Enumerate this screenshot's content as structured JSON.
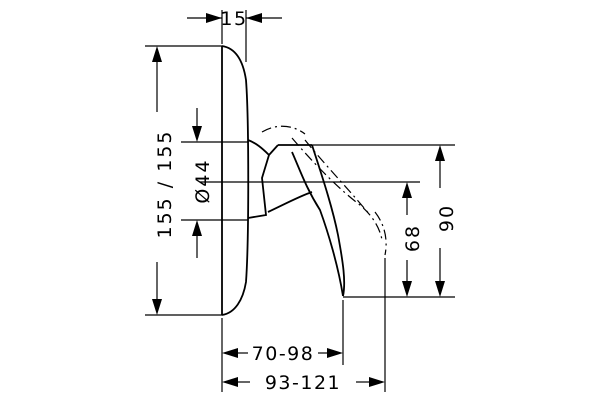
{
  "drawing": {
    "type": "technical-dimension-drawing",
    "subject": "single-lever shower mixer, side view"
  },
  "dimensions": {
    "plate_depth": "15",
    "plate_height": "155 / 155",
    "diameter": "Ø44",
    "lever_height_large": "90",
    "lever_height_small": "68",
    "projection_small": "70-98",
    "projection_large": "93-121"
  }
}
